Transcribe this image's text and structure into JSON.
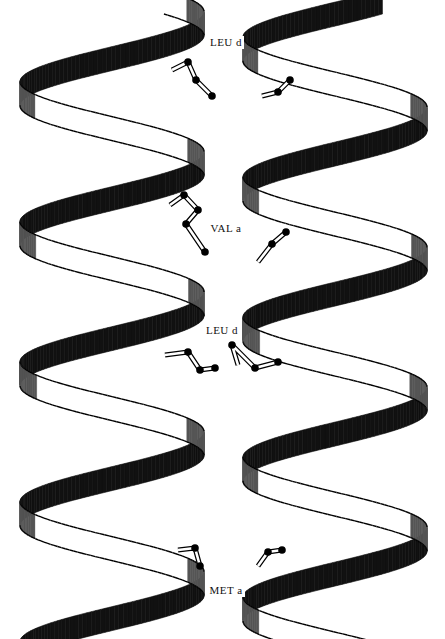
{
  "diagram": {
    "labels": [
      "LEU d",
      "VAL a",
      "LEU d",
      "MET a"
    ]
  }
}
